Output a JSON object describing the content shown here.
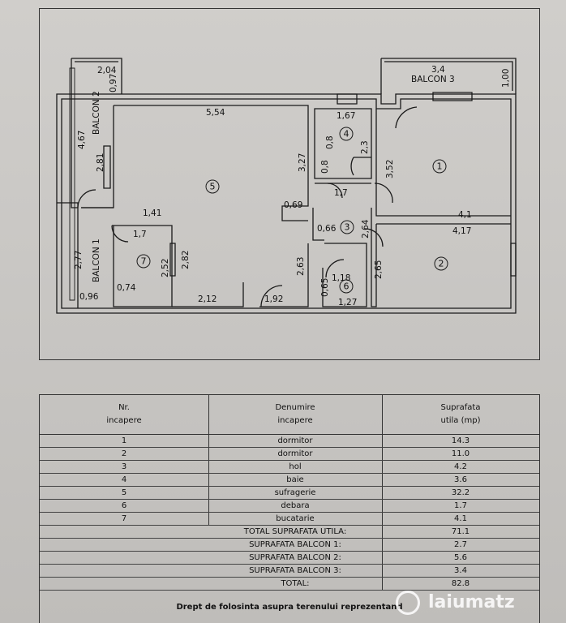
{
  "plan": {
    "rooms": [
      {
        "num": "1"
      },
      {
        "num": "2"
      },
      {
        "num": "3"
      },
      {
        "num": "4"
      },
      {
        "num": "5"
      },
      {
        "num": "6"
      },
      {
        "num": "7"
      }
    ],
    "balconies": {
      "b1": "BALCON 1",
      "b2": "BALCON 2",
      "b3": "BALCON 3"
    },
    "dims": {
      "d_204": "2,04",
      "d_097": "0,97",
      "d_467": "4,67",
      "d_281": "2,81",
      "d_554": "5,54",
      "d_167": "1,67",
      "d_34": "3,4",
      "d_100": "1,00",
      "d_08a": "0,8",
      "d_23": "2,3",
      "d_08b": "0,8",
      "d_327": "3,27",
      "d_352": "3,52",
      "d_17a": "1,7",
      "d_069": "0,69",
      "d_141": "1,41",
      "d_066": "0,66",
      "d_264": "2,64",
      "d_41": "4,1",
      "d_417": "4,17",
      "d_17b": "1,7",
      "d_277": "2,77",
      "d_252": "2,52",
      "d_282": "2,82",
      "d_263": "2,63",
      "d_118": "1,18",
      "d_265": "2,65",
      "d_074": "0,74",
      "d_065": "0,65",
      "d_096": "0,96",
      "d_212": "2,12",
      "d_192": "1,92",
      "d_127": "1,27"
    }
  },
  "table": {
    "headers": {
      "nr_1": "Nr.",
      "nr_2": "incapere",
      "den_1": "Denumire",
      "den_2": "incapere",
      "sup_1": "Suprafata",
      "sup_2": "utila  (mp)"
    },
    "rows": [
      {
        "nr": "1",
        "name": "dormitor",
        "area": "14.3"
      },
      {
        "nr": "2",
        "name": "dormitor",
        "area": "11.0"
      },
      {
        "nr": "3",
        "name": "hol",
        "area": "4.2"
      },
      {
        "nr": "4",
        "name": "baie",
        "area": "3.6"
      },
      {
        "nr": "5",
        "name": "sufragerie",
        "area": "32.2"
      },
      {
        "nr": "6",
        "name": "debara",
        "area": "1.7"
      },
      {
        "nr": "7",
        "name": "bucatarie",
        "area": "4.1"
      }
    ],
    "totals": [
      {
        "label": "TOTAL SUPRAFATA UTILA:",
        "value": "71.1"
      },
      {
        "label": "SUPRAFATA BALCON  1:",
        "value": "2.7"
      },
      {
        "label": "SUPRAFATA BALCON  2:",
        "value": "5.6"
      },
      {
        "label": "SUPRAFATA BALCON  3:",
        "value": "3.4"
      },
      {
        "label": "TOTAL:",
        "value": "82.8"
      }
    ],
    "footer": "Drept  de  folosinta  asupra  terenului  reprezentand"
  },
  "watermark": "laiumatz"
}
